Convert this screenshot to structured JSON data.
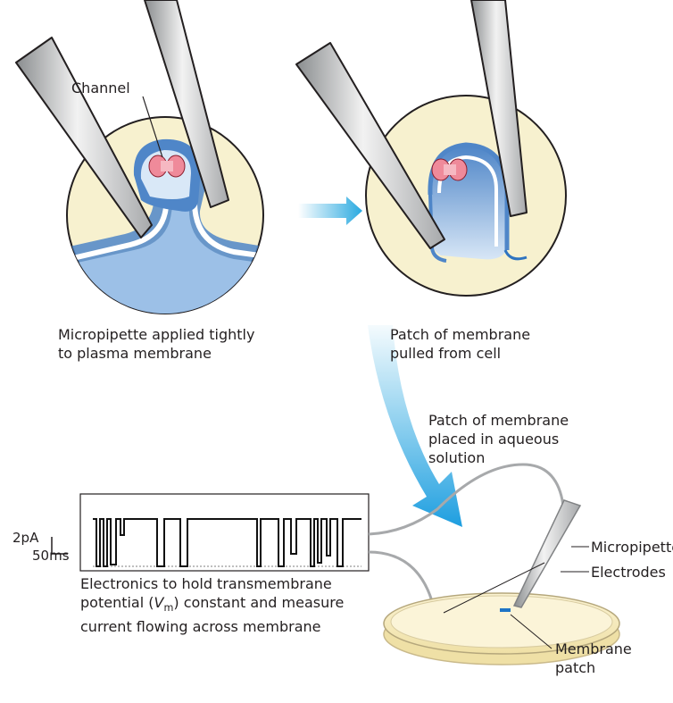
{
  "labels": {
    "channel": "Channel",
    "step1_line1": "Micropipette applied tightly",
    "step1_line2": "to plasma membrane",
    "step2_line1": "Patch of membrane",
    "step2_line2": "pulled from cell",
    "step3_line1": "Patch of membrane",
    "step3_line2": "placed in aqueous",
    "step3_line3": "solution",
    "scale_current": "2pA",
    "scale_time": "50ms",
    "electronics_line1": "Electronics to hold transmembrane",
    "electronics_line2_pre": "potential (",
    "electronics_vm_italic": "V",
    "electronics_vm_sub": "m",
    "electronics_line2_post": ") constant and measure",
    "electronics_line3": "current flowing across membrane",
    "micropipette": "Micropipette",
    "electrodes": "Electrodes",
    "membrane_patch_line1": "Membrane",
    "membrane_patch_line2": "patch"
  },
  "colors": {
    "cream": "#f7f1cf",
    "membrane_blue": "#4f86c8",
    "membrane_light": "#b9d3ee",
    "arrow_cyan": "#29a9e0",
    "channel_pink": "#ef8a9a",
    "trace_black": "#111111"
  }
}
